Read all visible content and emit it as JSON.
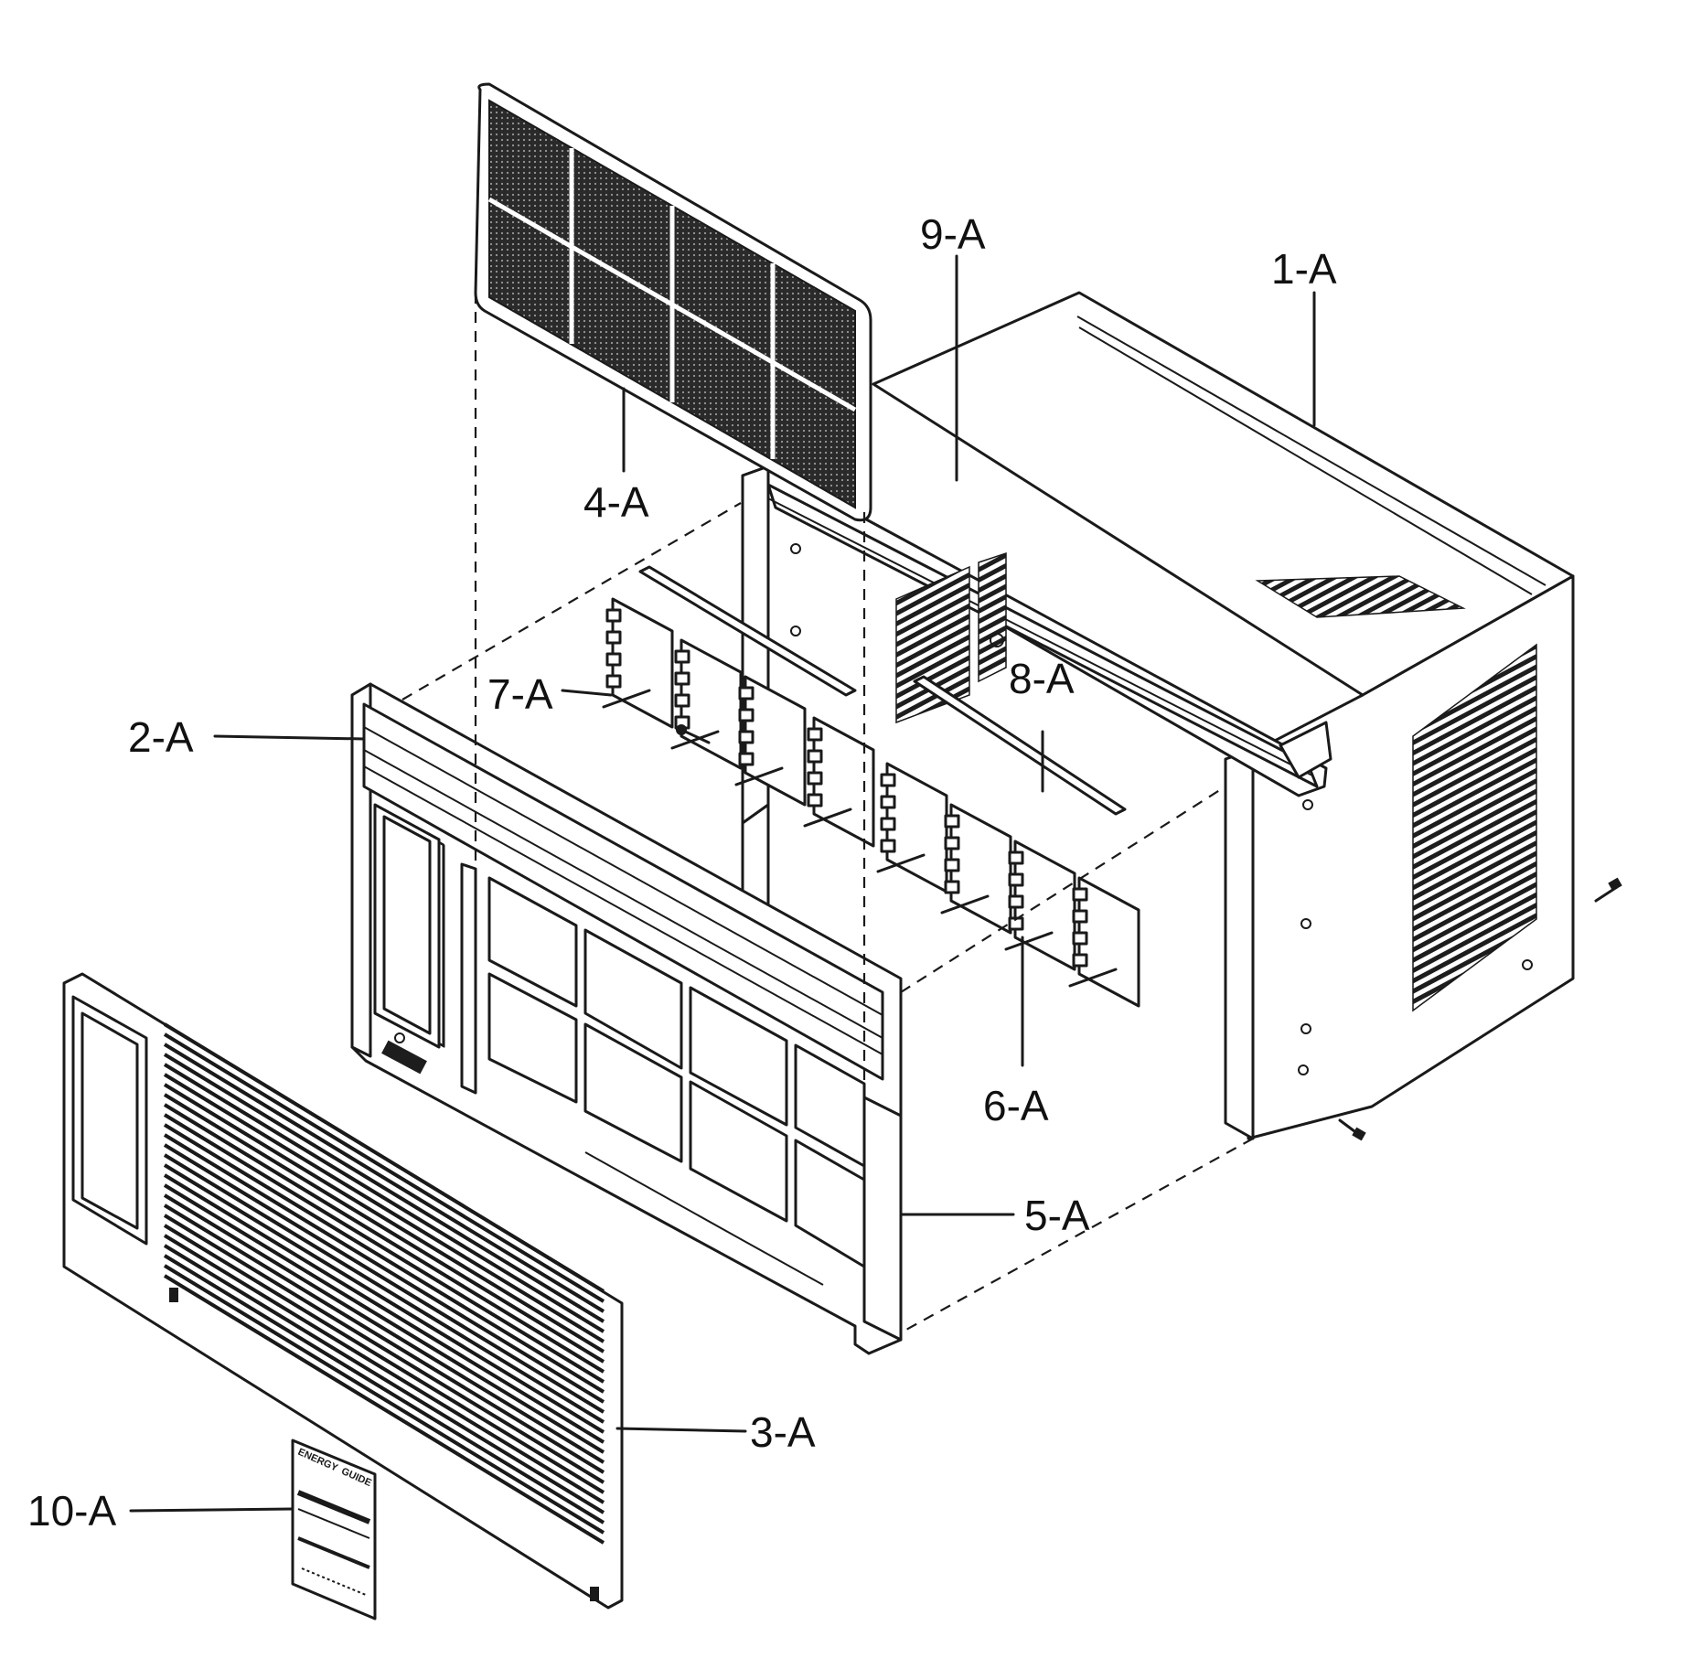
{
  "callouts": {
    "c1": "1-A",
    "c2": "2-A",
    "c3": "3-A",
    "c4": "4-A",
    "c5": "5-A",
    "c6": "6-A",
    "c7": "7-A",
    "c8": "8-A",
    "c9": "9-A",
    "c10": "10-A"
  },
  "energy_label": {
    "heading_1": "ENERGY",
    "heading_2": "GUIDE"
  }
}
